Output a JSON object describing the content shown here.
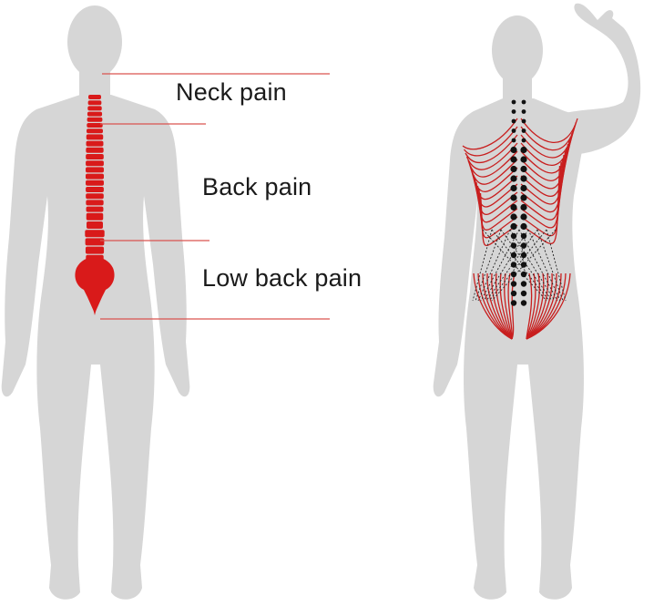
{
  "labels": {
    "neck": "Neck pain",
    "back": "Back pain",
    "low_back": "Low back pain"
  },
  "colors": {
    "silhouette": "#d6d6d6",
    "spine": "#d91a1a",
    "divider": "#d9534f",
    "muscle_lines": "#c81e1e",
    "vertebra_dots": "#111111",
    "text": "#1a1a1a"
  }
}
